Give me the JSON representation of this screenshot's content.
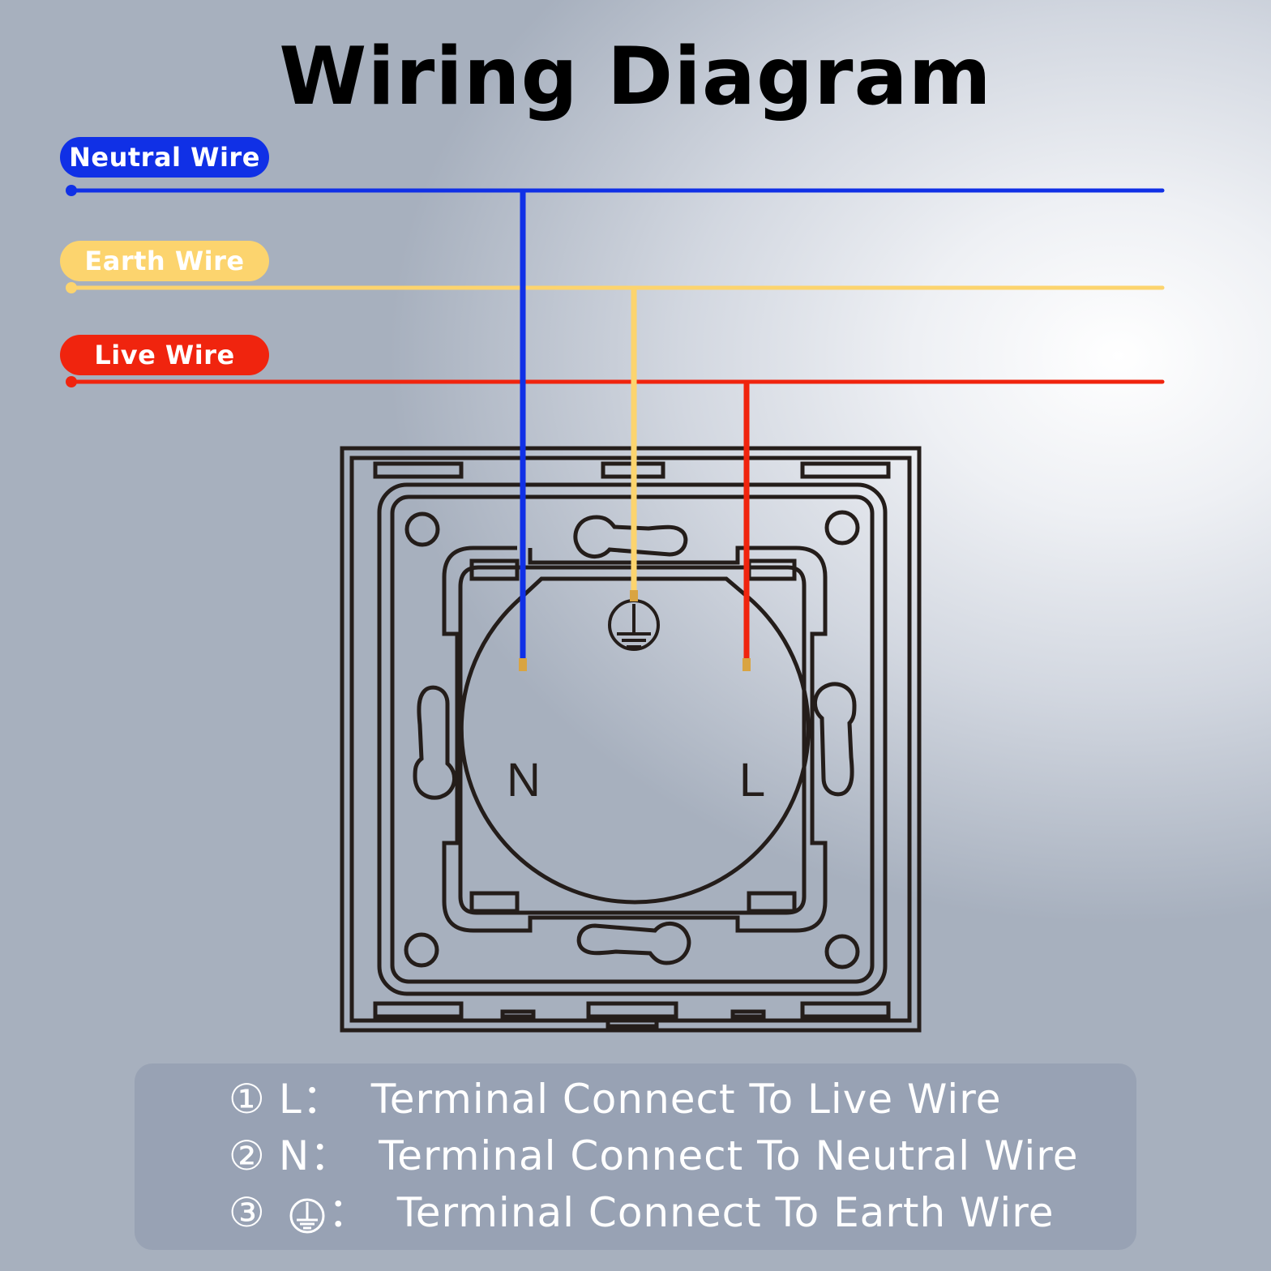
{
  "title": "Wiring Diagram",
  "wires": [
    {
      "label": "Neutral Wire",
      "color": "#1030e6",
      "text_color": "#ffffff"
    },
    {
      "label": "Earth Wire",
      "color": "#fcd46e",
      "text_color": "#ffffff"
    },
    {
      "label": "Live Wire",
      "color": "#f0240e",
      "text_color": "#ffffff"
    }
  ],
  "terminals": {
    "neutral": "N",
    "live": "L",
    "earth_icon": "earth-ground-icon"
  },
  "legend": [
    {
      "number": "①",
      "key": "L：",
      "text": "Terminal Connect To Live Wire"
    },
    {
      "number": "②",
      "key": "N：",
      "text": "Terminal Connect To Neutral Wire"
    },
    {
      "number": "③",
      "key": "：",
      "key_icon": "earth-ground-icon",
      "text": "Terminal Connect To Earth Wire"
    }
  ]
}
